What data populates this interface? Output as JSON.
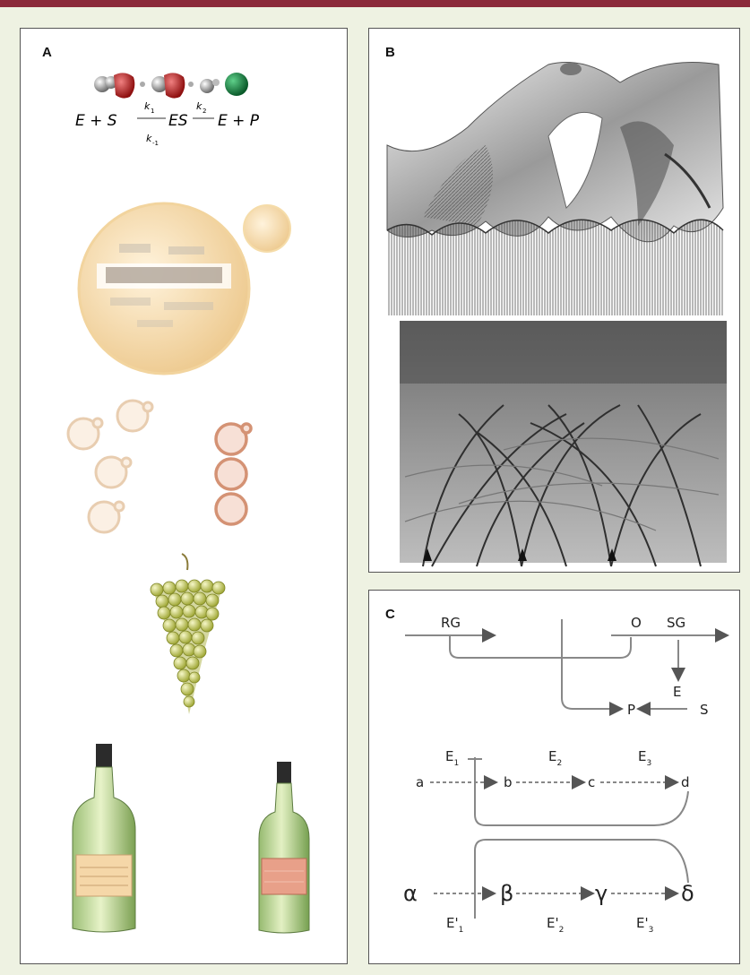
{
  "panels": {
    "a": {
      "label": "A"
    },
    "b": {
      "label": "B"
    },
    "c": {
      "label": "C"
    }
  },
  "panel_a": {
    "equation": {
      "e1": "E + S",
      "k1": "k",
      "k1_sub": "1",
      "km1": "k",
      "km1_sub": "-1",
      "es": "ES",
      "k2": "k",
      "k2_sub": "2",
      "e2": "E + P"
    }
  },
  "panel_c": {
    "top": {
      "rg": "RG",
      "o": "O",
      "sg": "SG",
      "e": "E",
      "p": "P",
      "s": "S"
    },
    "bottom": {
      "e1": "E",
      "e1_sub": "1",
      "e2": "E",
      "e2_sub": "2",
      "e3": "E",
      "e3_sub": "3",
      "a": "a",
      "b": "b",
      "c": "c",
      "d": "d",
      "alpha": "α",
      "beta": "β",
      "gamma": "γ",
      "delta": "δ",
      "ep1": "E'",
      "ep1_sub": "1",
      "ep2": "E'",
      "ep2_sub": "2",
      "ep3": "E'",
      "ep3_sub": "3"
    }
  }
}
